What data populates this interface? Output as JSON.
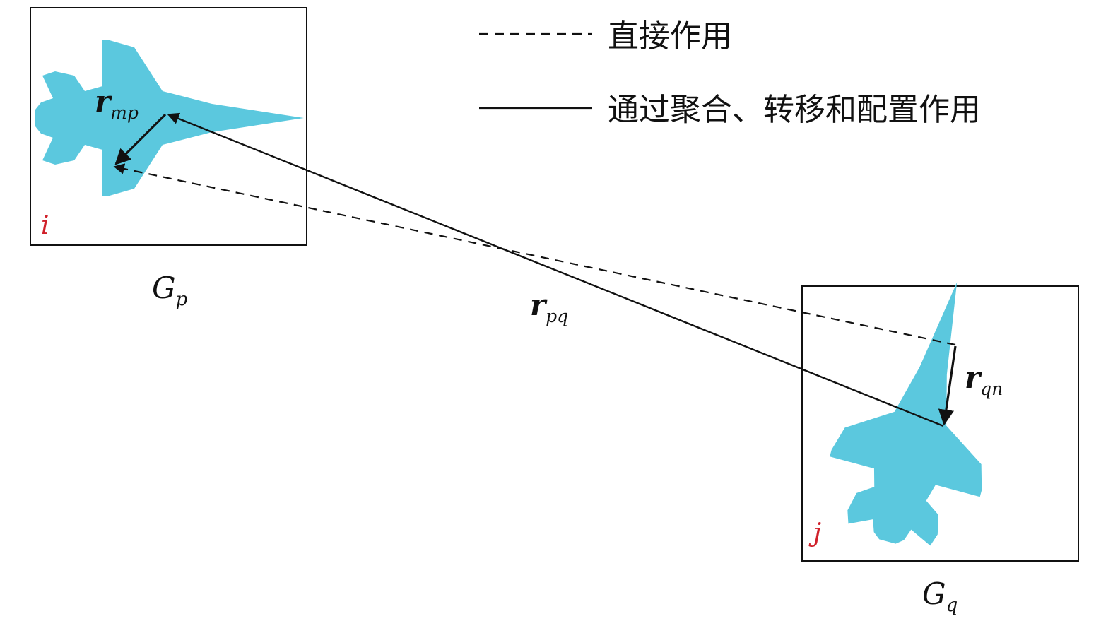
{
  "legend": {
    "direct_label": "直接作用",
    "indirect_label": "通过聚合、转移和配置作用"
  },
  "groups": {
    "p": {
      "label_main": "G",
      "label_sub": "p",
      "node_label": "i"
    },
    "q": {
      "label_main": "G",
      "label_sub": "q",
      "node_label": "j"
    }
  },
  "vectors": {
    "mp": {
      "main": "r",
      "sub": "mp"
    },
    "pq": {
      "main": "r",
      "sub": "pq"
    },
    "qn": {
      "main": "r",
      "sub": "qn"
    }
  },
  "colors": {
    "aircraft": "#5bc8de",
    "node_label": "#d0202a",
    "line": "#111111"
  },
  "icons": {
    "aircraft": "fighter-jet-icon"
  }
}
